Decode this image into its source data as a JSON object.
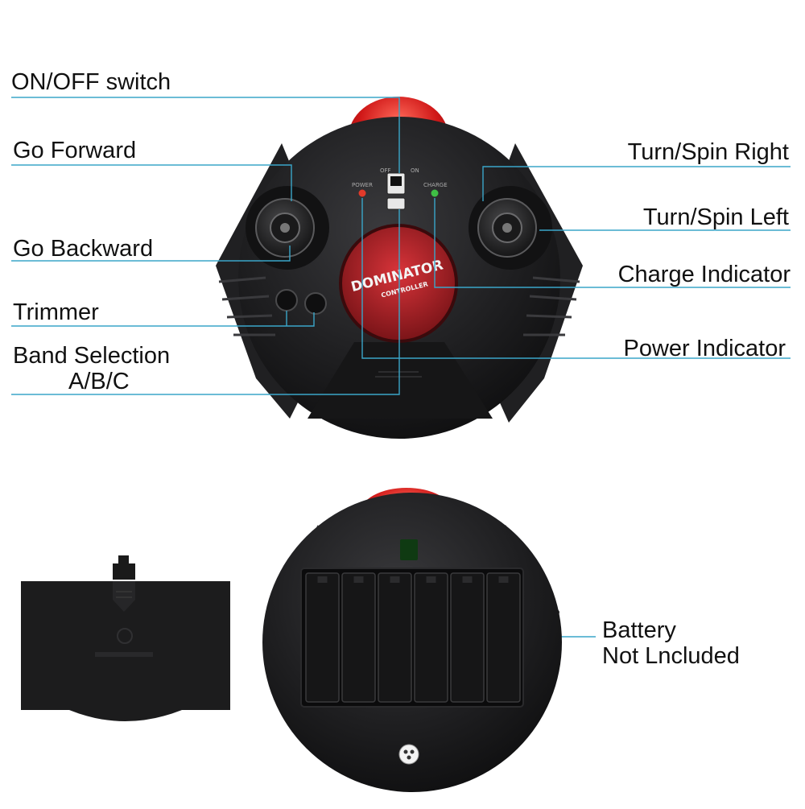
{
  "colors": {
    "leader": "#3aa6c9",
    "body": "#1c1c1e",
    "body_edge": "#0d0d0e",
    "dome": "#d01818",
    "emblem": "#c0252b",
    "power_led": "#e23a2a",
    "charge_led": "#3fbf45"
  },
  "labels": {
    "on_off": "ON/OFF switch",
    "go_forward": "Go Forward",
    "go_backward": "Go Backward",
    "trimmer": "Trimmer",
    "band_line1": "Band Selection",
    "band_line2": "A/B/C",
    "turn_right": "Turn/Spin Right",
    "turn_left": "Turn/Spin Left",
    "charge_indicator": "Charge Indicator",
    "power_indicator": "Power Indicator",
    "battery_line1": "Battery",
    "battery_line2": "Not Lncluded"
  },
  "controller_markings": {
    "switch_off": "OFF",
    "switch_on": "ON",
    "power": "POWER",
    "charge": "CHARGE",
    "emblem_line1": "DOMINATOR",
    "emblem_line2": "CONTROLLER"
  },
  "battery_slot_count": 6
}
